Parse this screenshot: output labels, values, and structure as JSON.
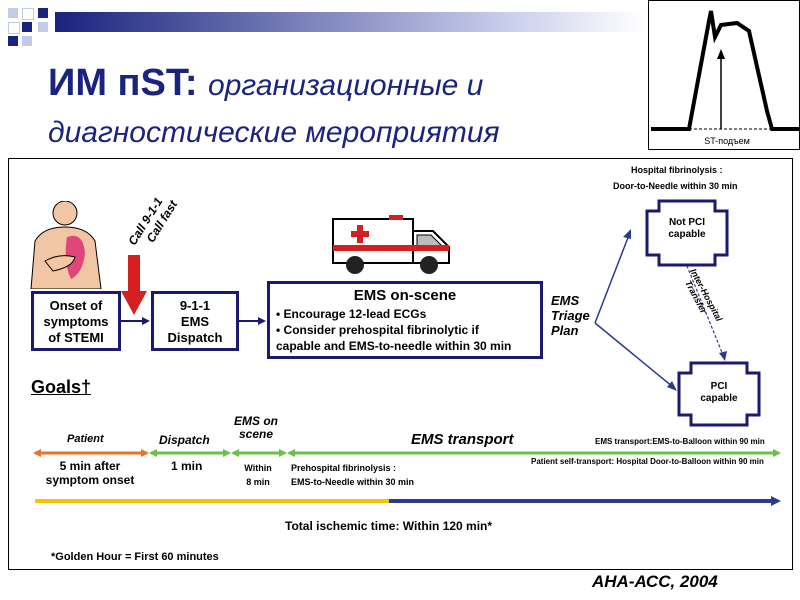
{
  "slide": {
    "title_bold": "ИМ пST:",
    "title_italic_1": "организационные и",
    "title_italic_2": "диагностические  мероприятия",
    "inset_label": "ST-подъем",
    "citation": "АНА-АСС, 2004"
  },
  "flow": {
    "call_text_1": "Call 9-1-1",
    "call_text_2": "Call fast",
    "onset_box": [
      "Onset of",
      "symptoms",
      "of STEMI"
    ],
    "dispatch_box": [
      "9-1-1",
      "EMS",
      "Dispatch"
    ],
    "ems_title": "EMS on-scene",
    "ems_lines": [
      "• Encourage 12-lead ECGs",
      "• Consider prehospital fibrinolytic if",
      "capable and EMS-to-needle within 30 min"
    ],
    "triage": [
      "EMS",
      "Triage",
      "Plan"
    ],
    "fibrinolysis_label_1": "Hospital fibrinolysis :",
    "fibrinolysis_label_2": "Door-to-Needle within 30 min",
    "not_pci": [
      "Not PCI",
      "capable"
    ],
    "pci": [
      "PCI",
      "capable"
    ],
    "transfer": [
      "Inter-Hospital",
      "Transfer"
    ]
  },
  "goals": {
    "heading": "Goals†",
    "patient": "Patient",
    "patient_time": [
      "5 min after",
      "symptom onset"
    ],
    "dispatch": "Dispatch",
    "dispatch_time": "1 min",
    "ems_on_scene": [
      "EMS on",
      "scene"
    ],
    "ems_within": [
      "Within",
      "8 min"
    ],
    "prehospital": [
      "Prehospital fibrinolysis :",
      "EMS-to-Needle within 30 min"
    ],
    "ems_transport": "EMS transport",
    "ems_transport_goal": "EMS transport:EMS-to-Balloon within 90 min",
    "self_transport_goal": "Patient self-transport: Hospital Door-to-Balloon within 90 min",
    "total": "Total ischemic time:  Within 120 min*",
    "footnote": "*Golden Hour = First 60 minutes"
  },
  "colors": {
    "title": "#1a237e",
    "box_border": "#1a1a6e",
    "orange": "#e8732a",
    "green": "#6cbf4a",
    "yellow": "#f2c500",
    "blue": "#2c3a8c",
    "red_arrow": "#d42020"
  }
}
